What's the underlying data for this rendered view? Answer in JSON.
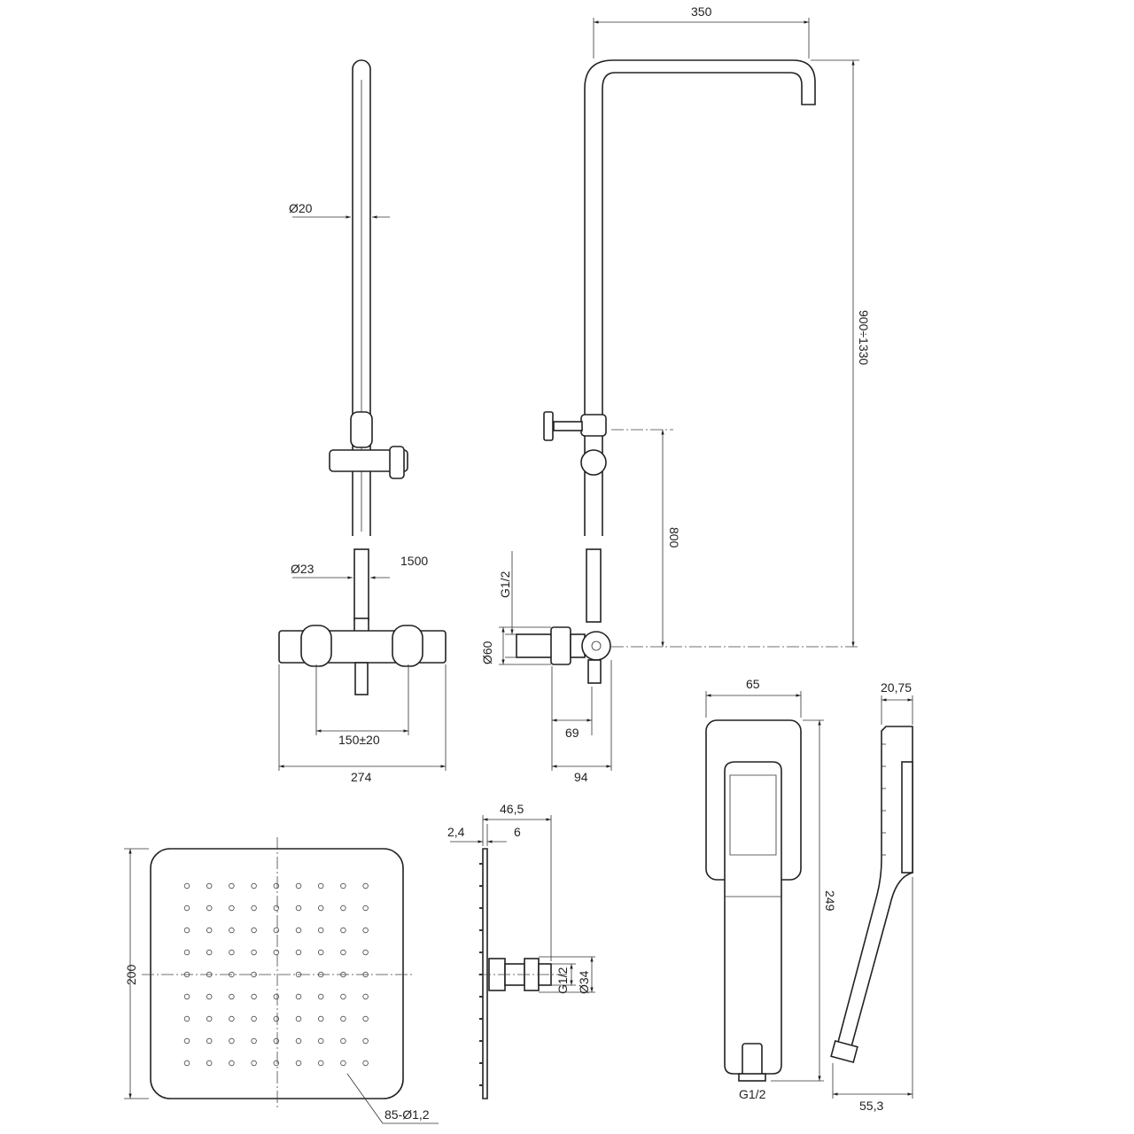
{
  "drawing": {
    "dimensions": {
      "arm_length": "350",
      "height_range": "900÷1330",
      "rail_diameter": "Ø20",
      "slider_height": "800",
      "lower_pipe_diameter": "Ø23",
      "total_height": "1500",
      "inlet_thread": "G1/2",
      "escutcheon_diameter": "Ø60",
      "inlet_spacing": "150±20",
      "mixer_width": "274",
      "projection_inner": "69",
      "projection_outer": "94",
      "hand_width": "65",
      "hand_thickness": "20,75",
      "hand_length": "249",
      "hand_thread": "G1/2",
      "hand_side_depth": "55,3",
      "head_depth": "46,5",
      "plate_thickness": "2,4",
      "connector_offset": "6",
      "head_thread": "G1/2",
      "connector_diameter": "Ø34",
      "head_size": "200",
      "nozzles": "85-Ø1,2"
    }
  }
}
